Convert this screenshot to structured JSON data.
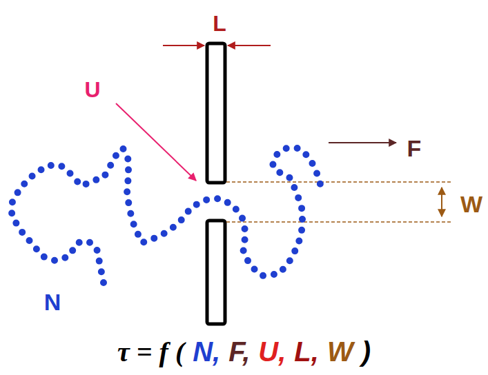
{
  "diagram": {
    "labels": [
      "L",
      "U",
      "F",
      "W",
      "N",
      "τ = f (",
      "N,",
      "F,",
      "U,",
      "L,",
      "W",
      ")"
    ]
  }
}
